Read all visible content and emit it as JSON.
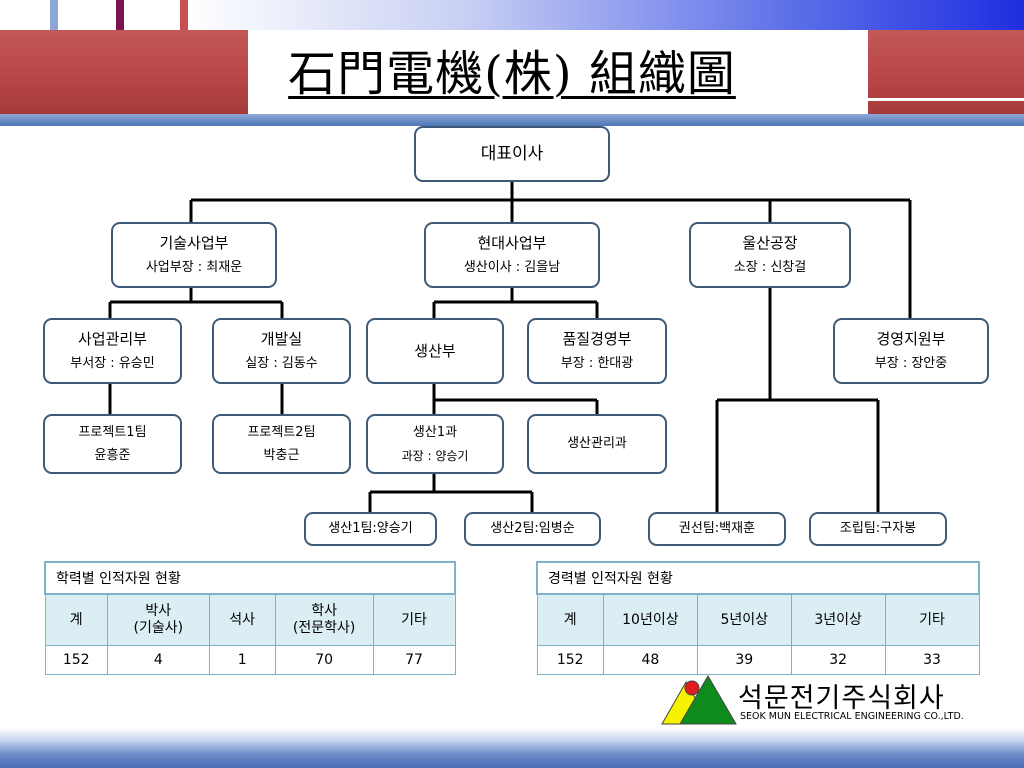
{
  "title": "石門電機(株) 組織圖",
  "colors": {
    "box_border": "#3d5a78",
    "title_band": "#b94747",
    "table_header": "#dbeef3",
    "table_border": "#7fb2c9"
  },
  "org": {
    "ceo": "대표이사",
    "tech": {
      "name": "기술사업부",
      "head": "사업부장 : 최재운"
    },
    "hyundai": {
      "name": "현대사업부",
      "head": "생산이사 : 김을남"
    },
    "ulsan": {
      "name": "울산공장",
      "head": "소장 : 신창걸"
    },
    "biz_mgmt": {
      "name": "사업관리부",
      "head": "부서장 : 유승민"
    },
    "dev": {
      "name": "개발실",
      "head": "실장 : 김동수"
    },
    "production": {
      "name": "생산부"
    },
    "quality": {
      "name": "품질경영부",
      "head": "부장 : 한대광"
    },
    "support": {
      "name": "경영지원부",
      "head": "부장 : 장안중"
    },
    "proj1": {
      "name": "프로젝트1팀",
      "head": "윤흥준"
    },
    "proj2": {
      "name": "프로젝트2팀",
      "head": "박충근"
    },
    "prod1": {
      "name": "생산1과",
      "head": "과장 : 양승기"
    },
    "prod_mgmt": {
      "name": "생산관리과"
    },
    "prod_team1": "생산1팀:양승기",
    "prod_team2": "생산2팀:임병순",
    "winding": "권선팀:백재훈",
    "assembly": "조립팀:구자봉"
  },
  "edu_table": {
    "caption": "학력별 인적자원 현황",
    "headers": [
      "계",
      "박사",
      "(기술사)",
      "석사",
      "학사",
      "(전문학사)",
      "기타"
    ],
    "values": [
      "152",
      "4",
      "1",
      "70",
      "77"
    ]
  },
  "career_table": {
    "caption": "경력별 인적자원 현황",
    "headers": [
      "계",
      "10년이상",
      "5년이상",
      "3년이상",
      "기타"
    ],
    "values": [
      "152",
      "48",
      "39",
      "32",
      "33"
    ]
  },
  "company": {
    "name_ko": "석문전기주식회사",
    "name_en": "SEOK MUN ELECTRICAL ENGINEERING CO.,LTD."
  }
}
